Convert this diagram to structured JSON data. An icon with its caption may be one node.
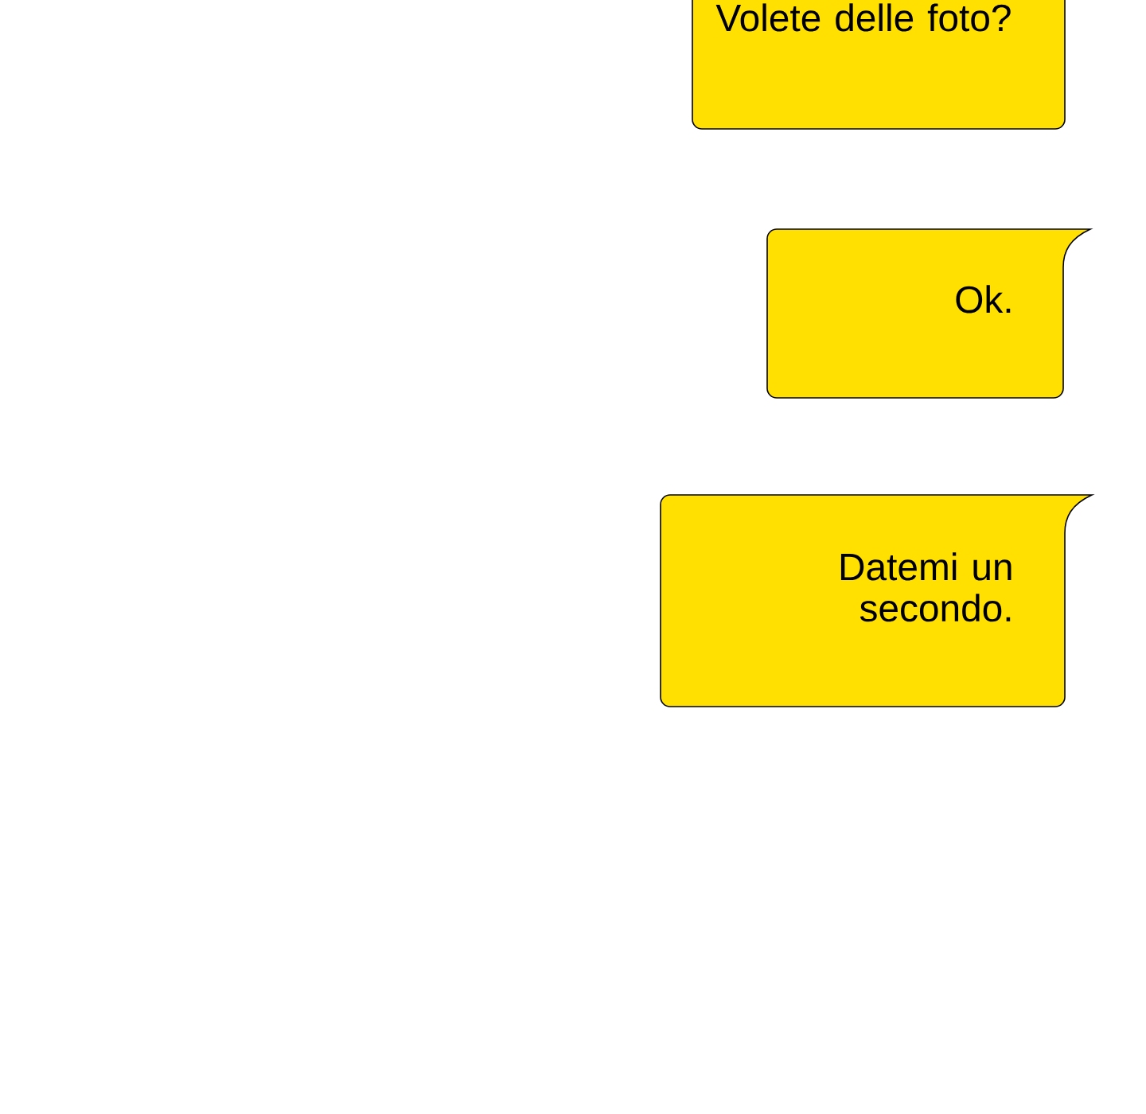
{
  "diagram": {
    "nodes": [
      {
        "text": [
          "Volete delle foto?"
        ]
      },
      {
        "text": [
          "Ok."
        ]
      },
      {
        "text": [
          "Datemi un secondo."
        ]
      }
    ]
  }
}
